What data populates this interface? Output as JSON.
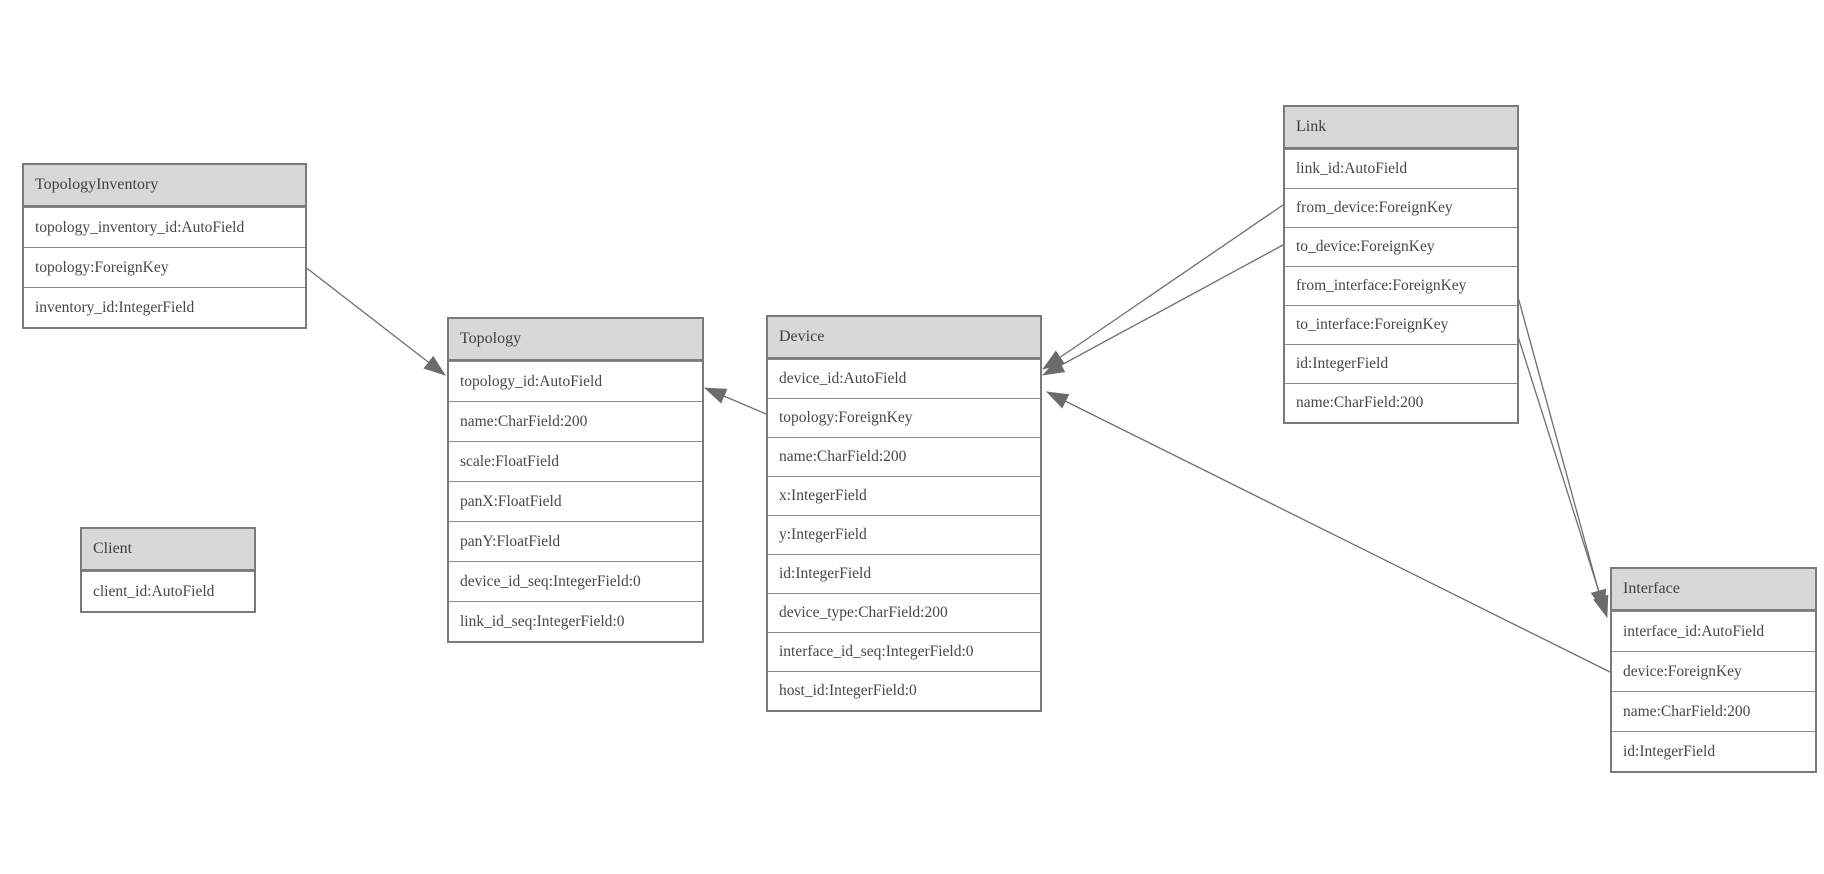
{
  "colors": {
    "background": "#ffffff",
    "header_fill": "#d8d8d8",
    "table_border": "#7a7a7a",
    "row_separator": "#8a8a8a",
    "text": "#474747",
    "relationship_line": "#6e6e6e",
    "arrowhead_fill": "#6b6b6b"
  },
  "entities": [
    {
      "name": "TopologyInventory",
      "fields": [
        "topology_inventory_id:AutoField",
        "topology:ForeignKey",
        "inventory_id:IntegerField"
      ]
    },
    {
      "name": "Topology",
      "fields": [
        "topology_id:AutoField",
        "name:CharField:200",
        "scale:FloatField",
        "panX:FloatField",
        "panY:FloatField",
        "device_id_seq:IntegerField:0",
        "link_id_seq:IntegerField:0"
      ]
    },
    {
      "name": "Client",
      "fields": [
        "client_id:AutoField"
      ]
    },
    {
      "name": "Device",
      "fields": [
        "device_id:AutoField",
        "topology:ForeignKey",
        "name:CharField:200",
        "x:IntegerField",
        "y:IntegerField",
        "id:IntegerField",
        "device_type:CharField:200",
        "interface_id_seq:IntegerField:0",
        "host_id:IntegerField:0"
      ]
    },
    {
      "name": "Link",
      "fields": [
        "link_id:AutoField",
        "from_device:ForeignKey",
        "to_device:ForeignKey",
        "from_interface:ForeignKey",
        "to_interface:ForeignKey",
        "id:IntegerField",
        "name:CharField:200"
      ]
    },
    {
      "name": "Interface",
      "fields": [
        "interface_id:AutoField",
        "device:ForeignKey",
        "name:CharField:200",
        "id:IntegerField"
      ]
    }
  ],
  "relationships": [
    {
      "from": "TopologyInventory.topology",
      "to": "Topology"
    },
    {
      "from": "Device.topology",
      "to": "Topology"
    },
    {
      "from": "Link.from_device",
      "to": "Device"
    },
    {
      "from": "Link.to_device",
      "to": "Device"
    },
    {
      "from": "Link.from_interface",
      "to": "Interface"
    },
    {
      "from": "Link.to_interface",
      "to": "Interface"
    },
    {
      "from": "Interface.device",
      "to": "Device"
    }
  ]
}
